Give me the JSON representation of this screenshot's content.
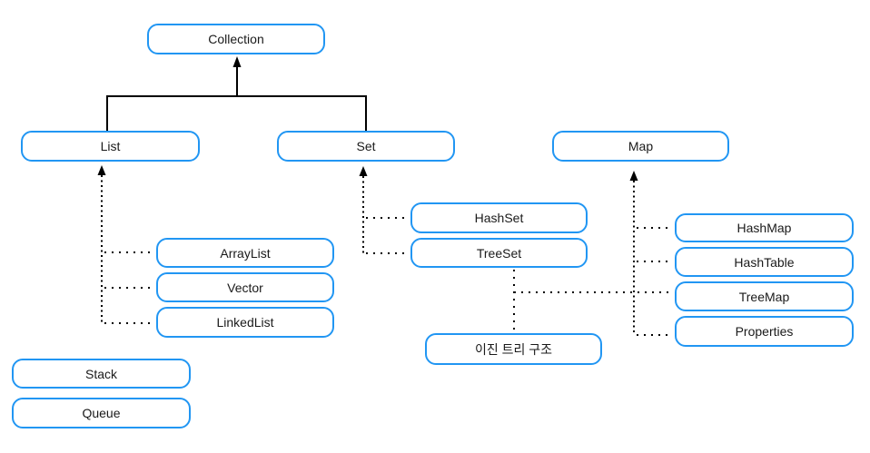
{
  "diagram": {
    "colors": {
      "accent": "#2196F3",
      "line": "#000000",
      "text": "#1a1a1a",
      "background": "#ffffff"
    },
    "nodes": {
      "collection": {
        "label": "Collection"
      },
      "list": {
        "label": "List"
      },
      "set": {
        "label": "Set"
      },
      "map": {
        "label": "Map"
      },
      "arraylist": {
        "label": "ArrayList"
      },
      "vector": {
        "label": "Vector"
      },
      "linkedlist": {
        "label": "LinkedList"
      },
      "hashset": {
        "label": "HashSet"
      },
      "treeset": {
        "label": "TreeSet"
      },
      "hashmap": {
        "label": "HashMap"
      },
      "hashtable": {
        "label": "HashTable"
      },
      "treemap": {
        "label": "TreeMap"
      },
      "properties": {
        "label": "Properties"
      },
      "binary_tree": {
        "label": "이진 트리 구조"
      },
      "stack": {
        "label": "Stack"
      },
      "queue": {
        "label": "Queue"
      }
    },
    "edges": [
      {
        "from": "List",
        "to": "Collection",
        "style": "solid-arrow"
      },
      {
        "from": "Set",
        "to": "Collection",
        "style": "solid-arrow"
      },
      {
        "from": "ArrayList",
        "to": "List",
        "style": "dotted-arrow"
      },
      {
        "from": "Vector",
        "to": "List",
        "style": "dotted-arrow"
      },
      {
        "from": "LinkedList",
        "to": "List",
        "style": "dotted-arrow"
      },
      {
        "from": "HashSet",
        "to": "Set",
        "style": "dotted-arrow"
      },
      {
        "from": "TreeSet",
        "to": "Set",
        "style": "dotted-arrow"
      },
      {
        "from": "HashMap",
        "to": "Map",
        "style": "dotted-arrow"
      },
      {
        "from": "HashTable",
        "to": "Map",
        "style": "dotted-arrow"
      },
      {
        "from": "TreeMap",
        "to": "Map",
        "style": "dotted-arrow"
      },
      {
        "from": "Properties",
        "to": "Map",
        "style": "dotted-arrow"
      },
      {
        "from": "TreeSet",
        "to": "이진 트리 구조",
        "style": "dotted-line"
      },
      {
        "from": "TreeMap",
        "to": "이진 트리 구조",
        "style": "dotted-line"
      }
    ]
  }
}
